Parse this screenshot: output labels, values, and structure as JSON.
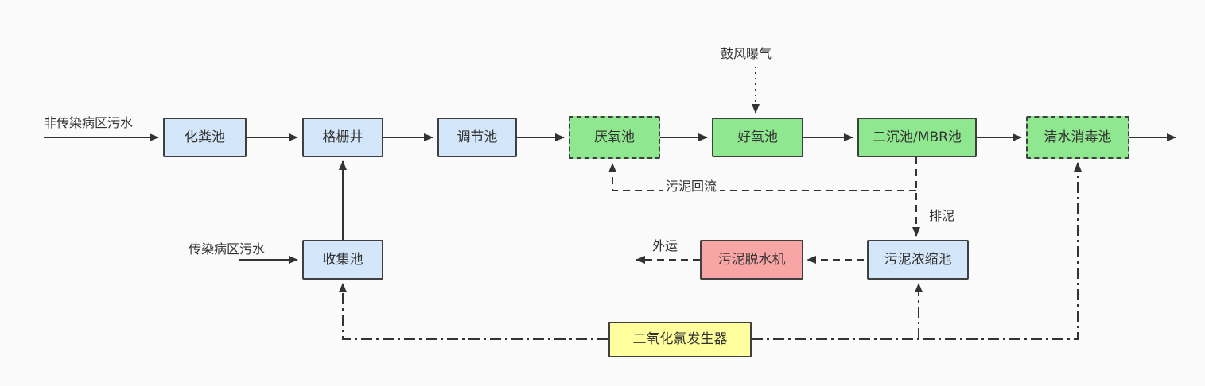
{
  "diagram": {
    "title": "hospital-wastewater-treatment-process-flow",
    "colors": {
      "bg": "#fafafa",
      "box_blue": "#d4e7fa",
      "box_green": "#8fe88f",
      "box_red": "#f8a5a5",
      "box_yellow": "#ffff9e",
      "stroke": "#3f3f3f",
      "line": "#333333",
      "text": "#333333"
    },
    "nodes": {
      "septic": {
        "label": "化粪池"
      },
      "grid_well": {
        "label": "格栅井"
      },
      "regulating": {
        "label": "调节池"
      },
      "anaerobic": {
        "label": "厌氧池"
      },
      "aerobic": {
        "label": "好氧池"
      },
      "secondary_mbr": {
        "label": "二沉池/MBR池"
      },
      "disinfection": {
        "label": "清水消毒池"
      },
      "collection": {
        "label": "收集池"
      },
      "sludge_thickening": {
        "label": "污泥浓缩池"
      },
      "sludge_dewatering": {
        "label": "污泥脱水机"
      },
      "clo2_generator": {
        "label": "二氧化氯发生器"
      }
    },
    "labels": {
      "non_infectious_inflow": "非传染病区污水",
      "infectious_inflow": "传染病区污水",
      "blower_aeration": "鼓风曝气",
      "sludge_return": "污泥回流",
      "sludge_discharge": "排泥",
      "haul_away": "外运"
    }
  }
}
